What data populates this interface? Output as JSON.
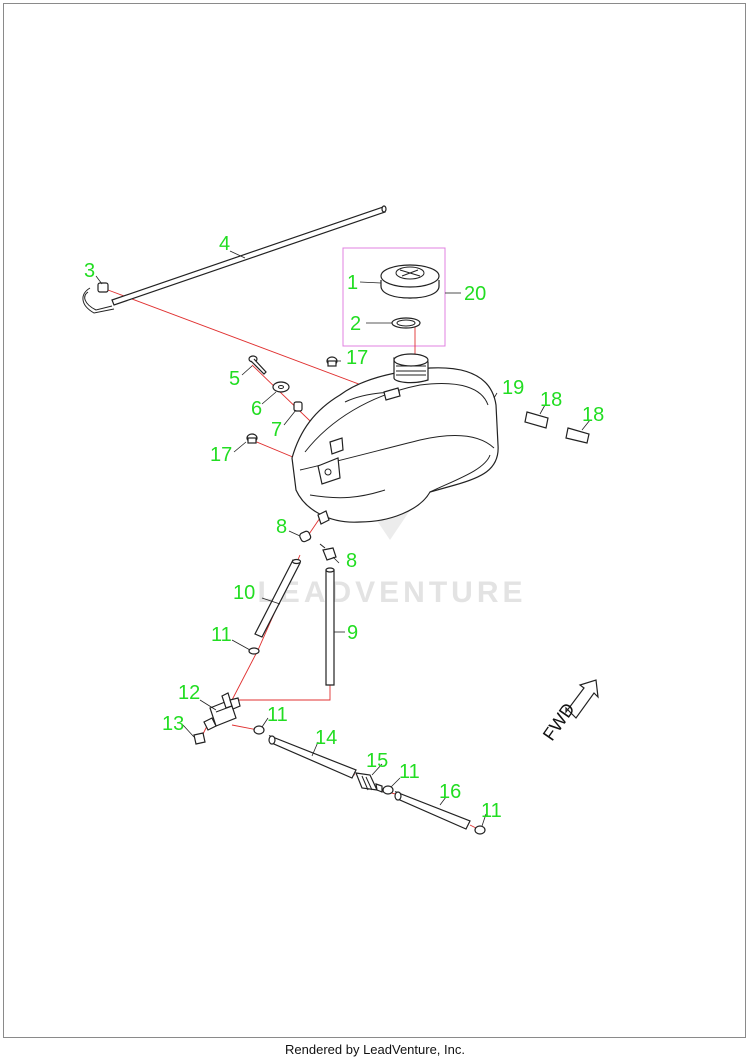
{
  "diagram": {
    "callouts": [
      "1",
      "2",
      "3",
      "4",
      "5",
      "6",
      "7",
      "8",
      "8",
      "9",
      "10",
      "11",
      "11",
      "11",
      "11",
      "12",
      "13",
      "14",
      "15",
      "16",
      "17",
      "17",
      "18",
      "18",
      "19",
      "20"
    ],
    "direction_label": "FWD",
    "watermark": "LEADVENTURE",
    "colors": {
      "callout": "#22dd22",
      "leader": "#e03030",
      "group_box": "#e080e0",
      "line": "#222222"
    }
  },
  "footer": {
    "credit": "Rendered by LeadVenture, Inc."
  }
}
